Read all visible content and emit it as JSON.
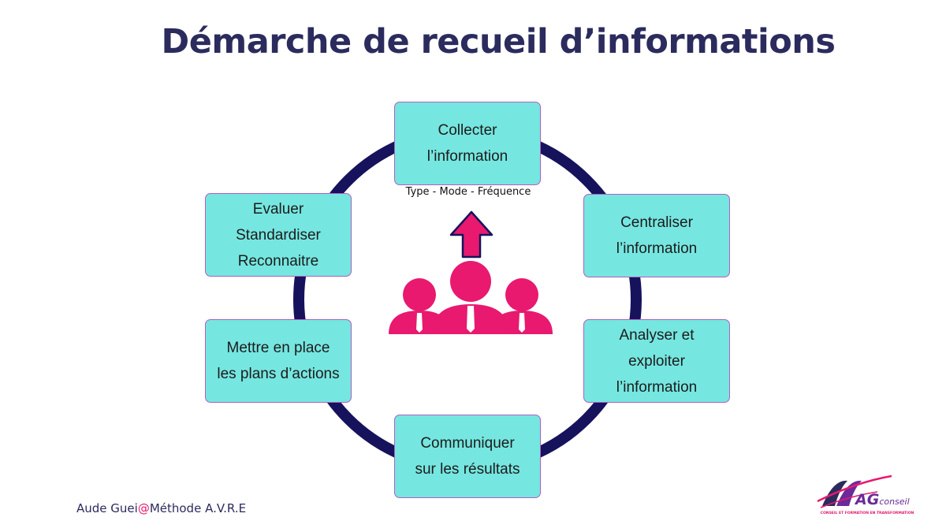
{
  "title": "Démarche de recueil d’informations",
  "steps": [
    {
      "lines": [
        "Collecter",
        "l’information"
      ]
    },
    {
      "lines": [
        "Centraliser",
        "l’information"
      ]
    },
    {
      "lines": [
        "Analyser et",
        "exploiter",
        "l’information"
      ]
    },
    {
      "lines": [
        "Communiquer",
        "sur les résultats"
      ]
    },
    {
      "lines": [
        "Mettre en place",
        "les plans d’actions"
      ]
    },
    {
      "lines": [
        "Evaluer",
        "Standardiser",
        "Reconnaitre"
      ]
    }
  ],
  "collect_subtitle": "Type - Mode - Fréquence",
  "footer": {
    "author": "Aude Guei",
    "at": "@",
    "method": "Méthode A.V.R.E"
  },
  "logo": {
    "ag": "AG",
    "conseil": "conseil",
    "tagline": "CONSEIL ET FORMATION EN TRANSFORMATION"
  },
  "colors": {
    "title": "#2b2b5e",
    "ring": "#16125c",
    "box_fill": "#76e6e0",
    "box_border": "#b15fc0",
    "people": "#e8196f",
    "arrow": "#e8196f"
  },
  "icons": [
    "team-icon",
    "up-arrow-icon",
    "ag-conseil-logo"
  ]
}
